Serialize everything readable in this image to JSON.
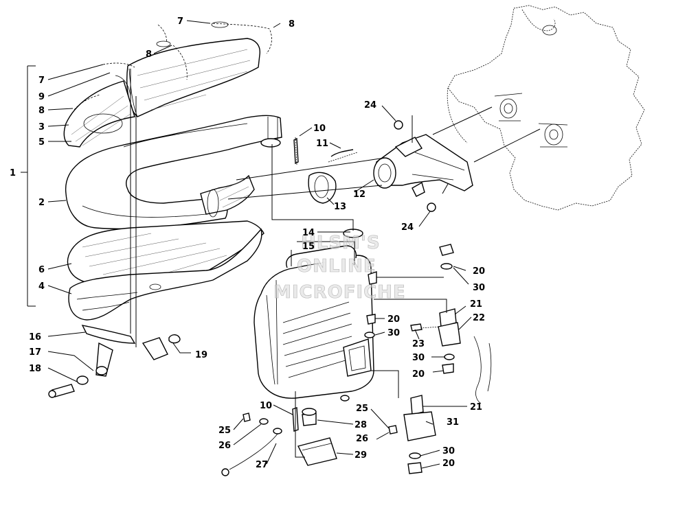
{
  "watermark": {
    "line1": "HLSM'S",
    "line2": "ONLINE",
    "line3": "MICROFICHE"
  },
  "labels": [
    {
      "id": "l1",
      "text": "1"
    },
    {
      "id": "l2",
      "text": "2"
    },
    {
      "id": "l3",
      "text": "3"
    },
    {
      "id": "l4",
      "text": "4"
    },
    {
      "id": "l5",
      "text": "5"
    },
    {
      "id": "l6",
      "text": "6"
    },
    {
      "id": "l7a",
      "text": "7"
    },
    {
      "id": "l7b",
      "text": "7"
    },
    {
      "id": "l8a",
      "text": "8"
    },
    {
      "id": "l8b",
      "text": "8"
    },
    {
      "id": "l8c",
      "text": "8"
    },
    {
      "id": "l9",
      "text": "9"
    },
    {
      "id": "l10a",
      "text": "10"
    },
    {
      "id": "l10b",
      "text": "10"
    },
    {
      "id": "l11",
      "text": "11"
    },
    {
      "id": "l12",
      "text": "12"
    },
    {
      "id": "l13",
      "text": "13"
    },
    {
      "id": "l14",
      "text": "14"
    },
    {
      "id": "l15",
      "text": "15"
    },
    {
      "id": "l16",
      "text": "16"
    },
    {
      "id": "l17",
      "text": "17"
    },
    {
      "id": "l18",
      "text": "18"
    },
    {
      "id": "l19",
      "text": "19"
    },
    {
      "id": "l20a",
      "text": "20"
    },
    {
      "id": "l20b",
      "text": "20"
    },
    {
      "id": "l20c",
      "text": "20"
    },
    {
      "id": "l20d",
      "text": "20"
    },
    {
      "id": "l21a",
      "text": "21"
    },
    {
      "id": "l21b",
      "text": "21"
    },
    {
      "id": "l22",
      "text": "22"
    },
    {
      "id": "l23",
      "text": "23"
    },
    {
      "id": "l24a",
      "text": "24"
    },
    {
      "id": "l24b",
      "text": "24"
    },
    {
      "id": "l25a",
      "text": "25"
    },
    {
      "id": "l25b",
      "text": "25"
    },
    {
      "id": "l26a",
      "text": "26"
    },
    {
      "id": "l26b",
      "text": "26"
    },
    {
      "id": "l27",
      "text": "27"
    },
    {
      "id": "l28",
      "text": "28"
    },
    {
      "id": "l29",
      "text": "29"
    },
    {
      "id": "l30a",
      "text": "30"
    },
    {
      "id": "l30b",
      "text": "30"
    },
    {
      "id": "l30c",
      "text": "30"
    },
    {
      "id": "l30d",
      "text": "30"
    },
    {
      "id": "l31",
      "text": "31"
    }
  ]
}
